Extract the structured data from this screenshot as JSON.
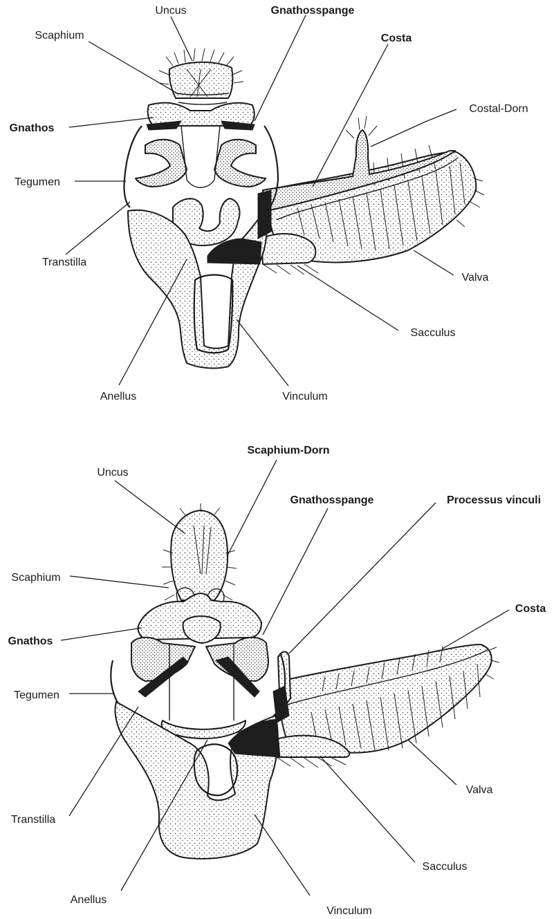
{
  "figures": [
    {
      "id": "upper",
      "labels": {
        "uncus": "Uncus",
        "gnathosspange": "Gnathosspange",
        "scaphium": "Scaphium",
        "costa": "Costa",
        "costal_dorn": "Costal-Dorn",
        "gnathos": "Gnathos",
        "tegumen": "Tegumen",
        "transtilla": "Transtilla",
        "valva": "Valva",
        "sacculus": "Sacculus",
        "anellus": "Anellus",
        "vinculum": "Vinculum"
      }
    },
    {
      "id": "lower",
      "labels": {
        "scaphium_dorn": "Scaphium-Dorn",
        "uncus": "Uncus",
        "gnathosspange": "Gnathosspange",
        "processus_vinculi": "Processus vinculi",
        "scaphium": "Scaphium",
        "costa": "Costa",
        "gnathos": "Gnathos",
        "tegumen": "Tegumen",
        "valva": "Valva",
        "transtilla": "Transtilla",
        "sacculus": "Sacculus",
        "anellus": "Anellus",
        "vinculum": "Vinculum"
      }
    }
  ]
}
